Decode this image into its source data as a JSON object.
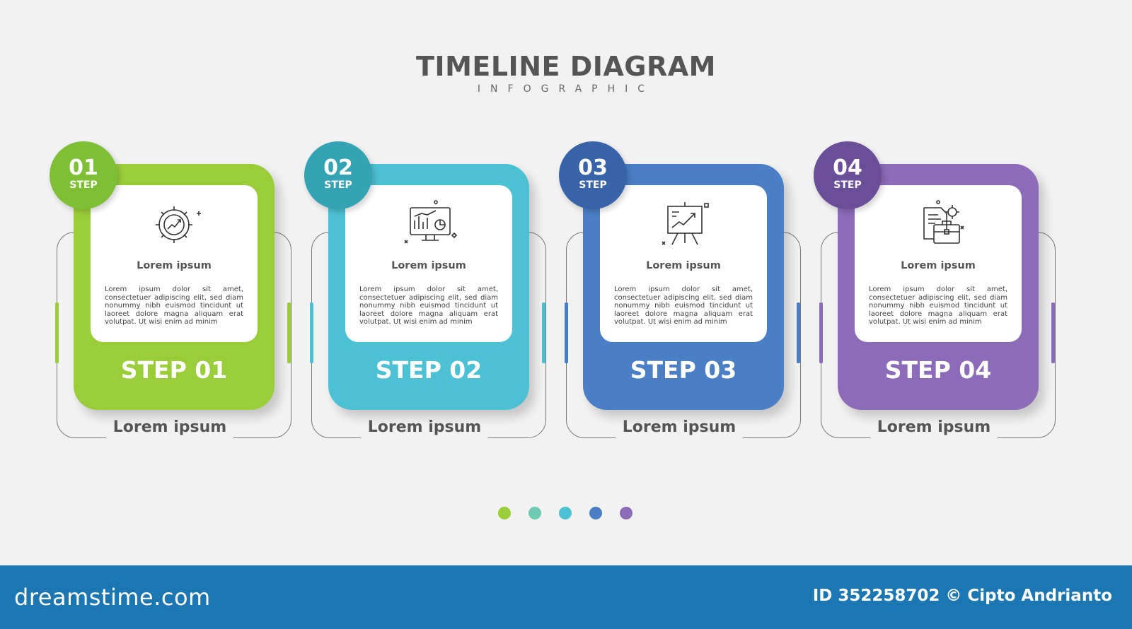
{
  "header": {
    "title": "TIMELINE DIAGRAM",
    "subtitle": "INFOGRAPHIC"
  },
  "steps": [
    {
      "num": "01",
      "badge_step": "STEP",
      "icon": "gear-growth-icon",
      "label": "Lorem ipsum",
      "text": "Lorem ipsum dolor sit amet, consectetuer adipiscing elit, sed diam nonummy nibh euismod tincidunt ut laoreet dolore magna aliquam erat volutpat. Ut wisi enim ad minim",
      "card_step": "STEP 01",
      "bottom_label": "Lorem ipsum",
      "color": "#9acd3a",
      "badge_color": "#7fbf35"
    },
    {
      "num": "02",
      "badge_step": "STEP",
      "icon": "monitor-analytics-icon",
      "label": "Lorem ipsum",
      "text": "Lorem ipsum dolor sit amet, consectetuer adipiscing elit, sed diam nonummy nibh euismod tincidunt ut laoreet dolore magna aliquam erat volutpat. Ut wisi enim ad minim",
      "card_step": "STEP 02",
      "bottom_label": "Lorem ipsum",
      "color": "#4cc1d3",
      "badge_color": "#34a3b3"
    },
    {
      "num": "03",
      "badge_step": "STEP",
      "icon": "presentation-board-icon",
      "label": "Lorem ipsum",
      "text": "Lorem ipsum dolor sit amet, consectetuer adipiscing elit, sed diam nonummy nibh euismod tincidunt ut laoreet dolore magna aliquam erat volutpat. Ut wisi enim ad minim",
      "card_step": "STEP 03",
      "bottom_label": "Lorem ipsum",
      "color": "#4a7fc6",
      "badge_color": "#3863a8"
    },
    {
      "num": "04",
      "badge_step": "STEP",
      "icon": "document-briefcase-icon",
      "label": "Lorem ipsum",
      "text": "Lorem ipsum dolor sit amet, consectetuer adipiscing elit, sed diam nonummy nibh euismod tincidunt ut laoreet dolore magna aliquam erat volutpat. Ut wisi enim ad minim",
      "card_step": "STEP 04",
      "bottom_label": "Lorem ipsum",
      "color": "#8c6cb8",
      "badge_color": "#6a4e98"
    }
  ],
  "dots": [
    "#9acd3a",
    "#6ccbb0",
    "#4cc1d3",
    "#4a7fc6",
    "#8c6cb8"
  ],
  "footer": {
    "brand": "dreamstime.com",
    "credit": "ID 352258702 © Cipto Andrianto"
  }
}
